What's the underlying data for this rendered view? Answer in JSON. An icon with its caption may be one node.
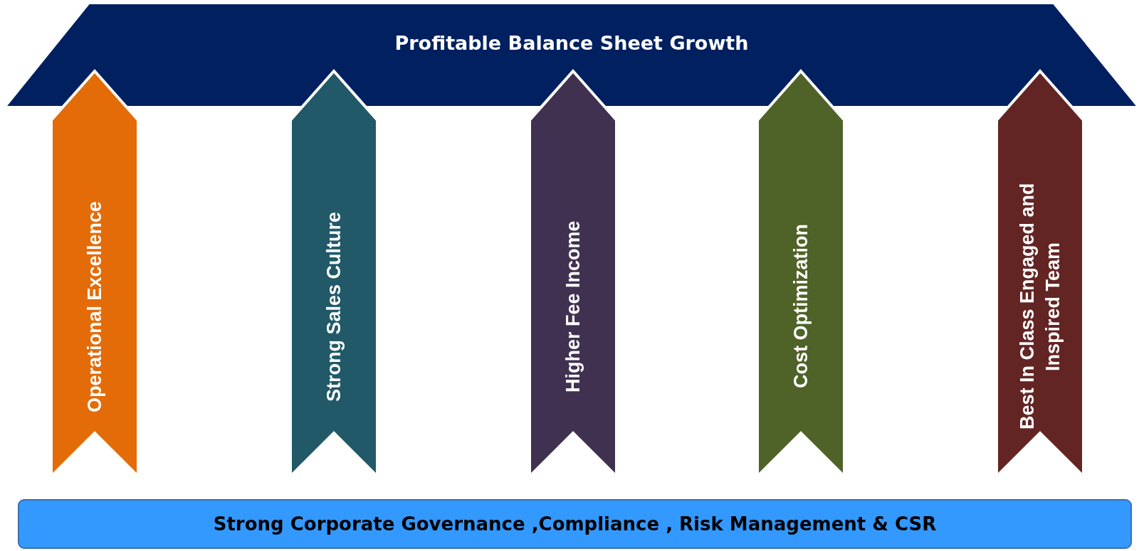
{
  "diagram": {
    "nodes": [
      {
        "text": [
          "Profitable Balance Sheet Growth"
        ]
      },
      {
        "text": [
          "Operational Excellence"
        ]
      },
      {
        "text": [
          "Strong Sales Culture"
        ]
      },
      {
        "text": [
          "Higher Fee Income"
        ]
      },
      {
        "text": [
          "Cost Optimization"
        ]
      },
      {
        "text": [
          "Best In Class Engaged and Inspired Team"
        ]
      },
      {
        "text": [
          "Strong Corporate Governance ,Compliance , Risk Management & CSR"
        ]
      }
    ]
  }
}
